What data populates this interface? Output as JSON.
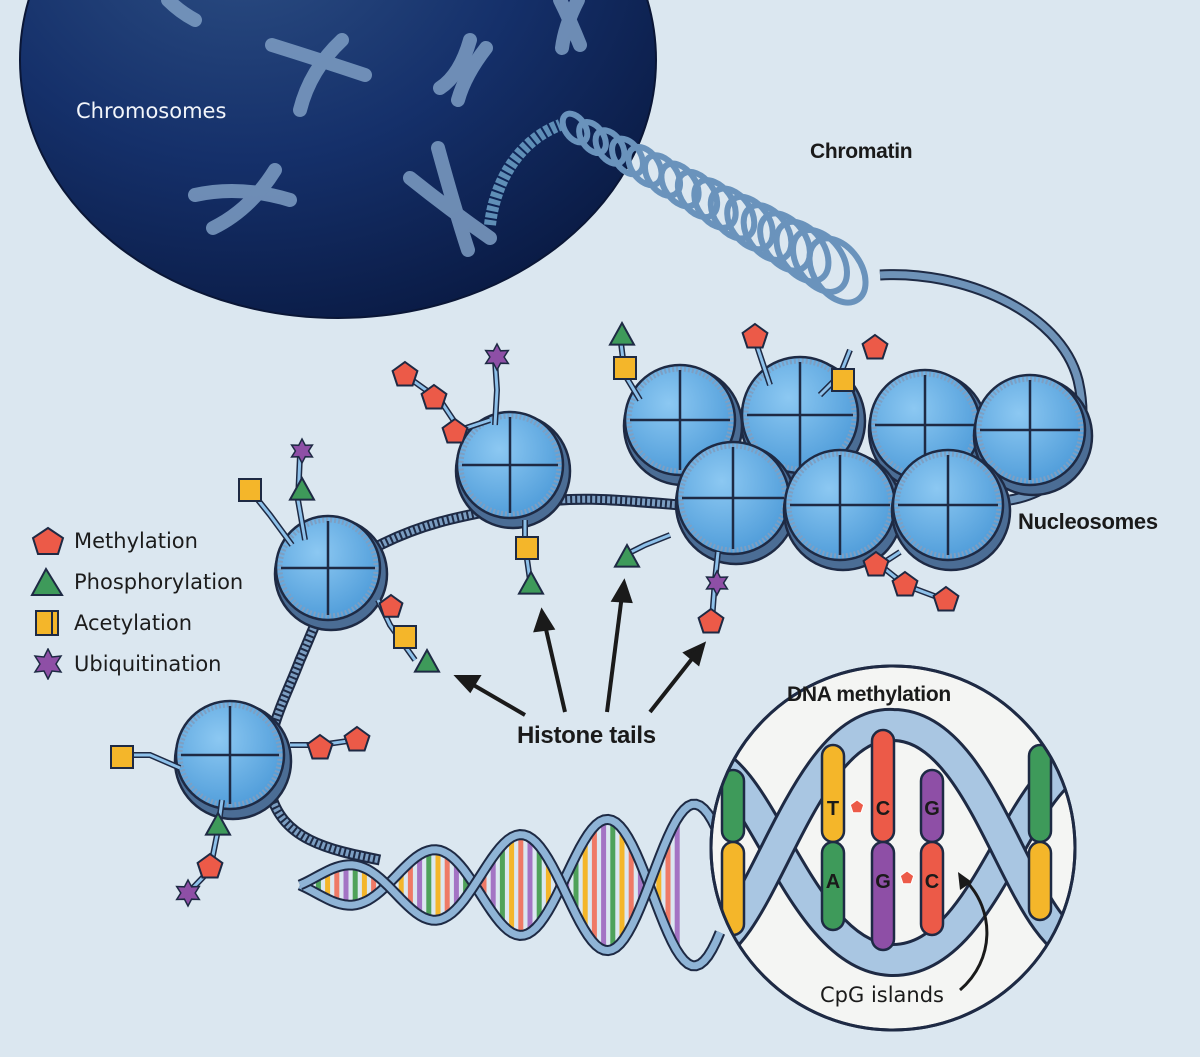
{
  "labels": {
    "chromosomes": "Chromosomes",
    "chromatin": "Chromatin",
    "nucleosomes": "Nucleosomes",
    "histone_tails": "Histone tails",
    "dna_methylation": "DNA methylation",
    "cpg_islands": "CpG islands"
  },
  "legend": [
    {
      "label": "Methylation",
      "shape": "pentagon",
      "color": "#ec5a48"
    },
    {
      "label": "Phosphorylation",
      "shape": "triangle",
      "color": "#3e9a5a"
    },
    {
      "label": "Acetylation",
      "shape": "square",
      "color": "#f4b62a"
    },
    {
      "label": "Ubiquitination",
      "shape": "star",
      "color": "#8e4fa6"
    }
  ],
  "bases": {
    "top": [
      "T",
      "C",
      "G"
    ],
    "bottom": [
      "A",
      "G",
      "C"
    ]
  },
  "colors": {
    "background": "#dbe7f0",
    "nucleus_dark": "#0d2452",
    "nucleosome_blue": "#62aee6",
    "dna_strand": "#8fb4d6",
    "outline": "#1e2a44"
  }
}
